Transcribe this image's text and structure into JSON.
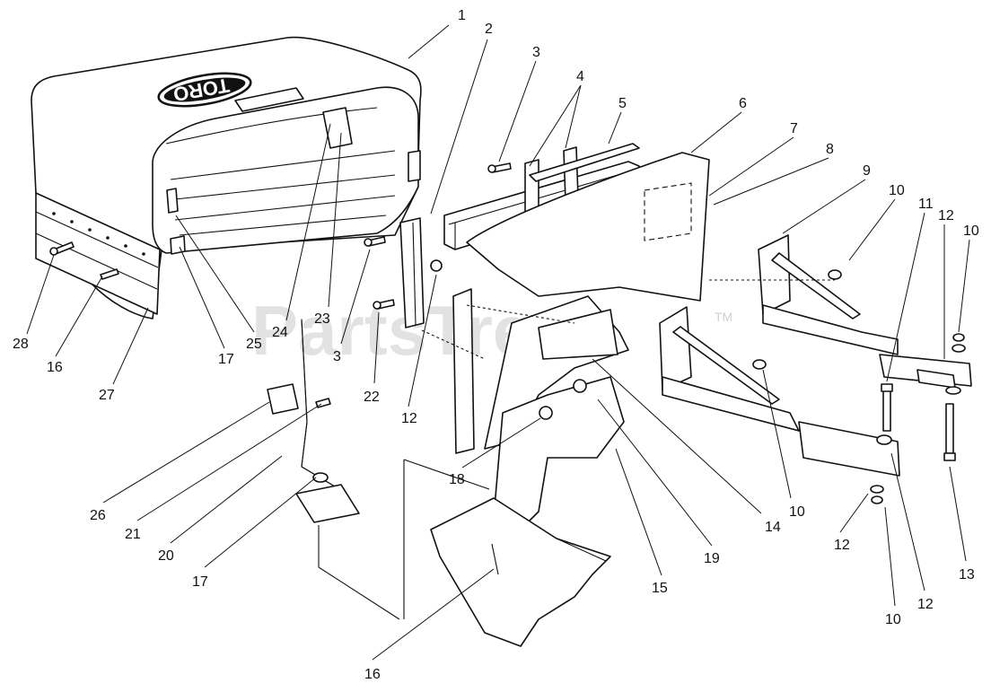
{
  "watermark": {
    "text": "PartsTree",
    "trademark": "TM"
  },
  "brand_logo": "TORO",
  "callouts": [
    "1",
    "2",
    "3",
    "4",
    "5",
    "6",
    "7",
    "8",
    "9",
    "10",
    "11",
    "12",
    "10",
    "28",
    "16",
    "27",
    "17",
    "25",
    "24",
    "23",
    "3",
    "22",
    "12",
    "26",
    "21",
    "20",
    "17",
    "18",
    "14",
    "10",
    "19",
    "15",
    "12",
    "10",
    "12",
    "13",
    "16"
  ]
}
